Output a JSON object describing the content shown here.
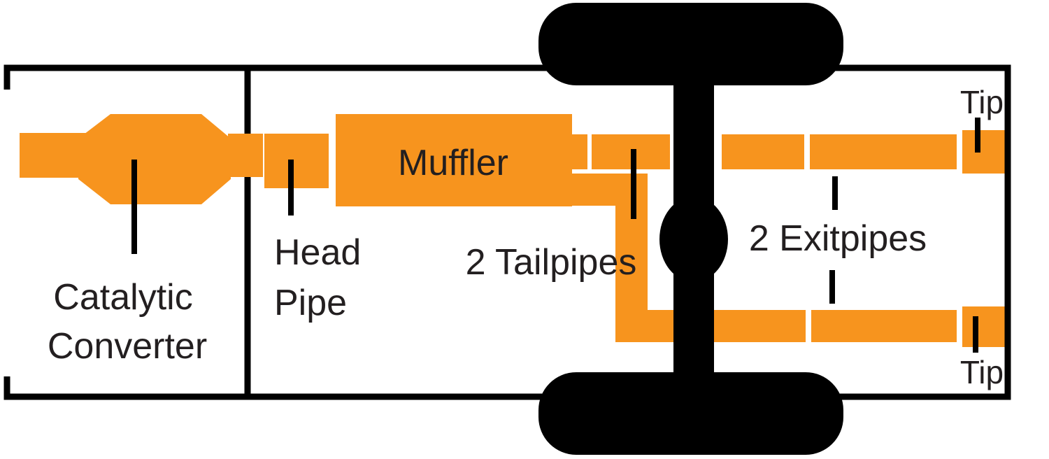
{
  "labels": {
    "muffler": "Muffler",
    "catalytic_line1": "Catalytic",
    "catalytic_line2": "Converter",
    "head_line1": "Head",
    "head_line2": "Pipe",
    "tailpipes": "2 Tailpipes",
    "exitpipes": "2 Exitpipes",
    "tip_top": "Tip",
    "tip_bottom": "Tip"
  },
  "colors": {
    "pipe": "#F7941E",
    "outline": "#000000",
    "wheels": "#000000",
    "pointer": "#000000",
    "text": "#231F20",
    "background": "#FFFFFF"
  }
}
